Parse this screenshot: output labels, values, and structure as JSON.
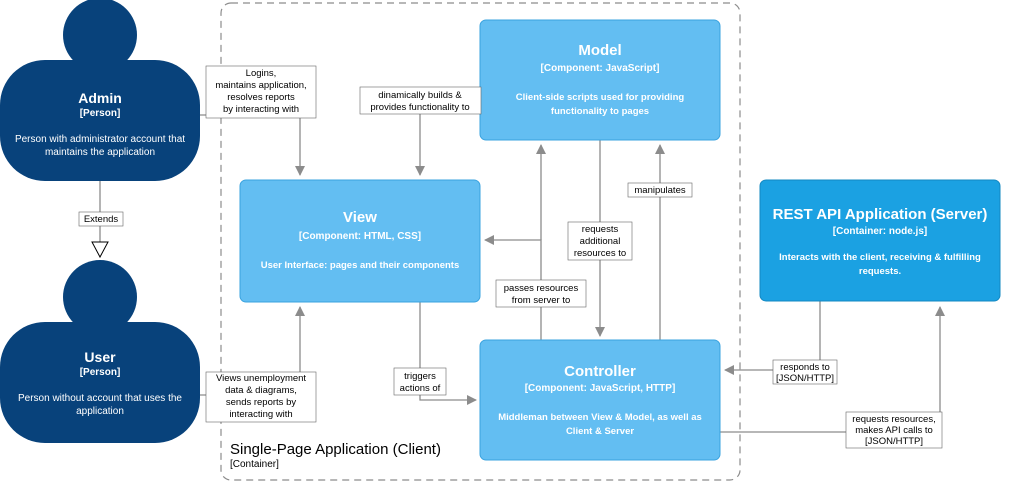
{
  "diagram": {
    "boundary": {
      "title": "Single-Page Application (Client)",
      "tag": "[Container]"
    },
    "admin": {
      "name": "Admin",
      "tag": "[Person]",
      "desc": [
        "Person with administrator account that",
        "maintains the application"
      ]
    },
    "user": {
      "name": "User",
      "tag": "[Person]",
      "desc": [
        "Person without account that uses the",
        "application"
      ]
    },
    "model": {
      "name": "Model",
      "tag": "[Component: JavaScript]",
      "desc": [
        "Client-side scripts used for providing",
        "functionality to pages"
      ]
    },
    "view": {
      "name": "View",
      "tag": "[Component: HTML, CSS]",
      "desc": [
        "User Interface: pages and their components"
      ]
    },
    "controller": {
      "name": "Controller",
      "tag": "[Component: JavaScript, HTTP]",
      "desc": [
        "Middleman between View & Model, as well as",
        "Client & Server"
      ]
    },
    "server": {
      "name": "REST API Application (Server)",
      "tag": "[Container: node.js]",
      "desc": [
        "Interacts with the client, receiving & fulfilling",
        "requests."
      ]
    },
    "edges": {
      "admin_view": [
        "Logins,",
        "maintains application,",
        "resolves reports",
        "by interacting with"
      ],
      "model_view": [
        "dinamically builds &",
        "provides functionality to"
      ],
      "extends": [
        "Extends"
      ],
      "user_view": [
        "Views unemployment",
        "data & diagrams,",
        "sends reports by",
        "interacting with"
      ],
      "view_controller": [
        "triggers",
        "actions of"
      ],
      "controller_view": [
        "passes resources",
        "from server to"
      ],
      "model_controller": [
        "requests",
        "additional",
        "resources to"
      ],
      "controller_model": [
        "manipulates"
      ],
      "server_controller": [
        "responds to",
        "[JSON/HTTP]"
      ],
      "controller_server": [
        "requests resources,",
        "makes API calls to",
        "[JSON/HTTP]"
      ]
    },
    "colors": {
      "person": "#08427b",
      "component": "#63bef2",
      "container": "#1ba1e2",
      "edge": "#8c8c8c"
    }
  }
}
